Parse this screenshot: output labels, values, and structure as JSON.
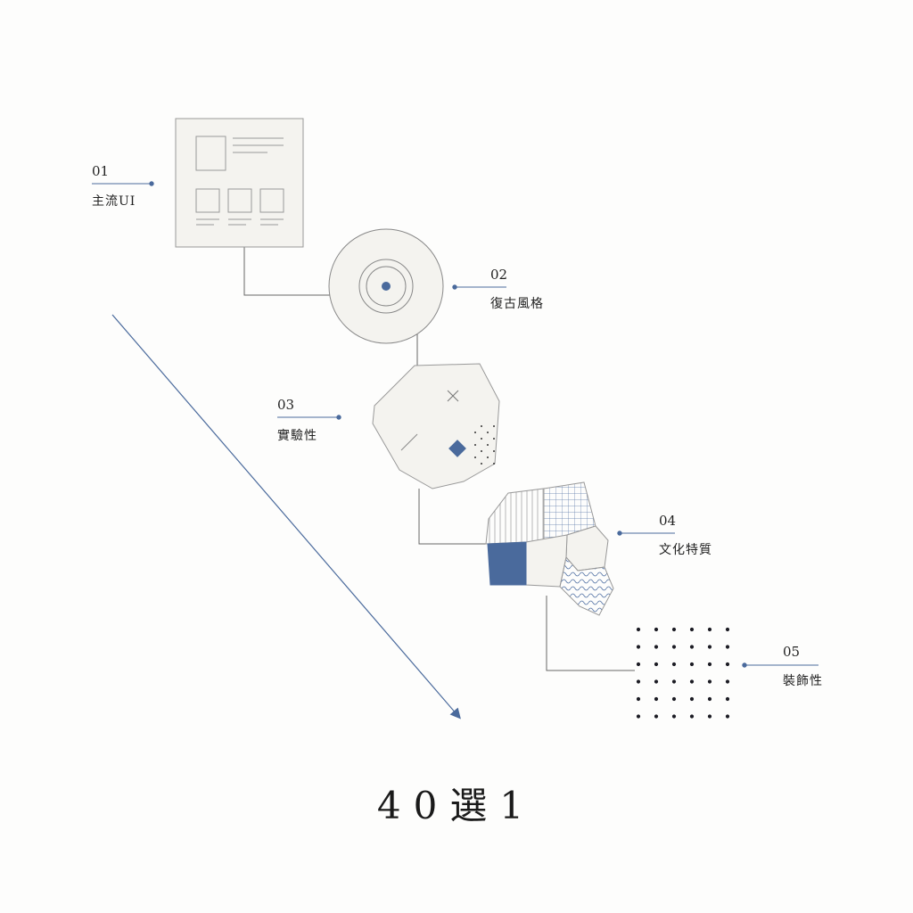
{
  "steps": [
    {
      "num": "01",
      "label": "主流UI"
    },
    {
      "num": "02",
      "label": "復古風格"
    },
    {
      "num": "03",
      "label": "實驗性"
    },
    {
      "num": "04",
      "label": "文化特質"
    },
    {
      "num": "05",
      "label": "裝飾性"
    }
  ],
  "footer": {
    "title": "40選1"
  },
  "colors": {
    "accent": "#4a6a9c",
    "shape_fill": "#f4f3ef",
    "stroke": "#8a8a8a",
    "dot": "#1c1c24"
  }
}
